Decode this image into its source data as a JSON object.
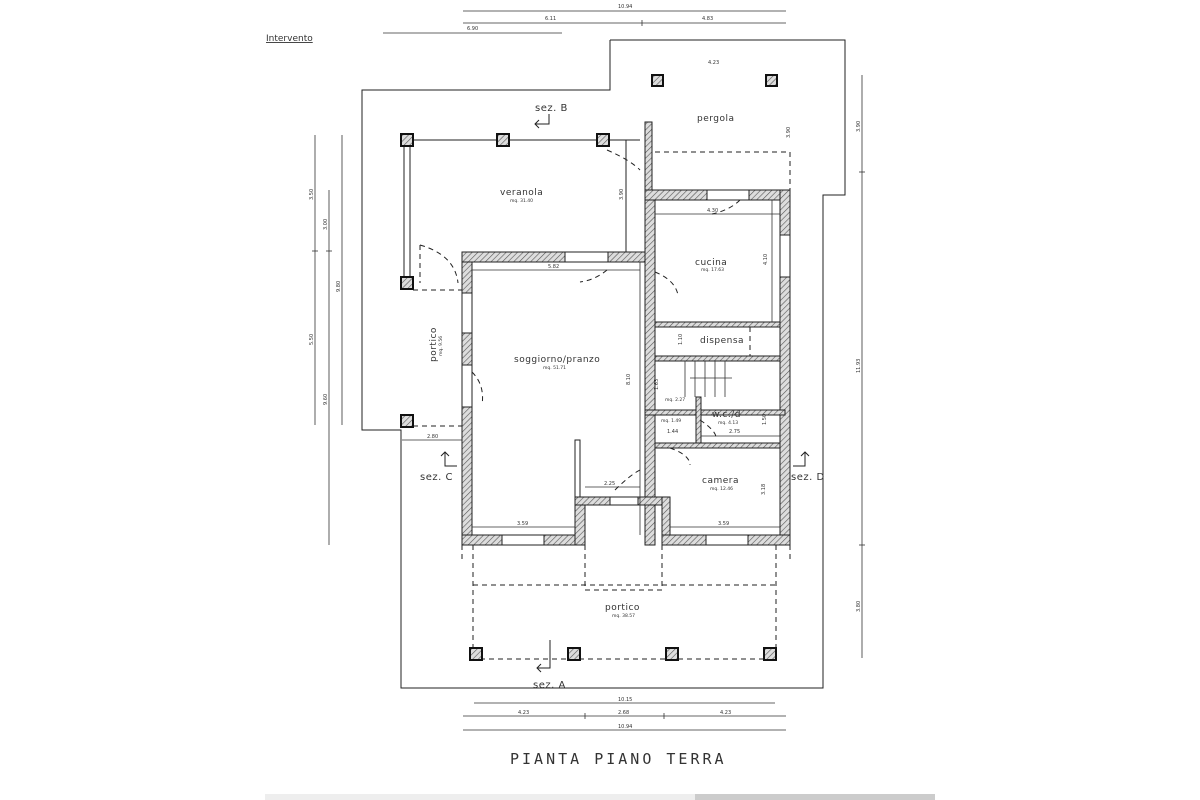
{
  "header": {
    "label": "Intervento"
  },
  "title": "PIANTA PIANO TERRA",
  "rooms": {
    "veranda": {
      "name": "veranola",
      "area": "mq. 31.40"
    },
    "pergola": {
      "name": "pergola"
    },
    "cucina": {
      "name": "cucina",
      "area": "mq. 17.63"
    },
    "dispensa": {
      "name": "dispensa"
    },
    "soggiorno": {
      "name": "soggiorno/pranzo",
      "area": "mq. 51.71"
    },
    "portico_left": {
      "name": "portico",
      "area": "mq. 9.56"
    },
    "wc": {
      "name": "w.c./d",
      "area": "mq. 4.13"
    },
    "disimpegno": {
      "area": "mq. 2.27"
    },
    "ripostiglio": {
      "area": "mq. 1.49"
    },
    "camera": {
      "name": "camera",
      "area": "mq. 12.46"
    },
    "portico_bottom": {
      "name": "portico",
      "area": "mq. 38.57"
    }
  },
  "sections": {
    "a": "sez. A",
    "b": "sez. B",
    "c": "sez. C",
    "d": "sez. D"
  },
  "dimensions": {
    "top_total": "10.94",
    "top_left": "6.11",
    "top_right": "4.83",
    "top_veranda": "6.90",
    "pergola_width": "4.23",
    "bottom_total_inner": "10.15",
    "bottom_left": "4.23",
    "bottom_mid": "2.68",
    "bottom_right": "4.23",
    "bottom_total": "10.94",
    "left_a": "3.50",
    "left_b": "5.50",
    "left_c": "3.00",
    "left_d": "9.80",
    "left_e": "9.60",
    "right_a": "3.90",
    "right_b": "11.93",
    "right_c": "3.80",
    "sogg_width": "5.82",
    "sogg_height": "8.10",
    "sogg_bottom": "3.59",
    "cucina_width": "4.30",
    "cucina_height": "4.10",
    "camera_width": "3.59",
    "camera_height": "3.18",
    "wc_width": "2.75",
    "entry_width": "2.25",
    "portico_left_width": "2.80",
    "pergola_height": "3.90",
    "veranda_height": "3.90",
    "dispensa_height": "1.10",
    "wc_height": "1.50",
    "stair": "1.63",
    "rip_w": "1.44"
  }
}
